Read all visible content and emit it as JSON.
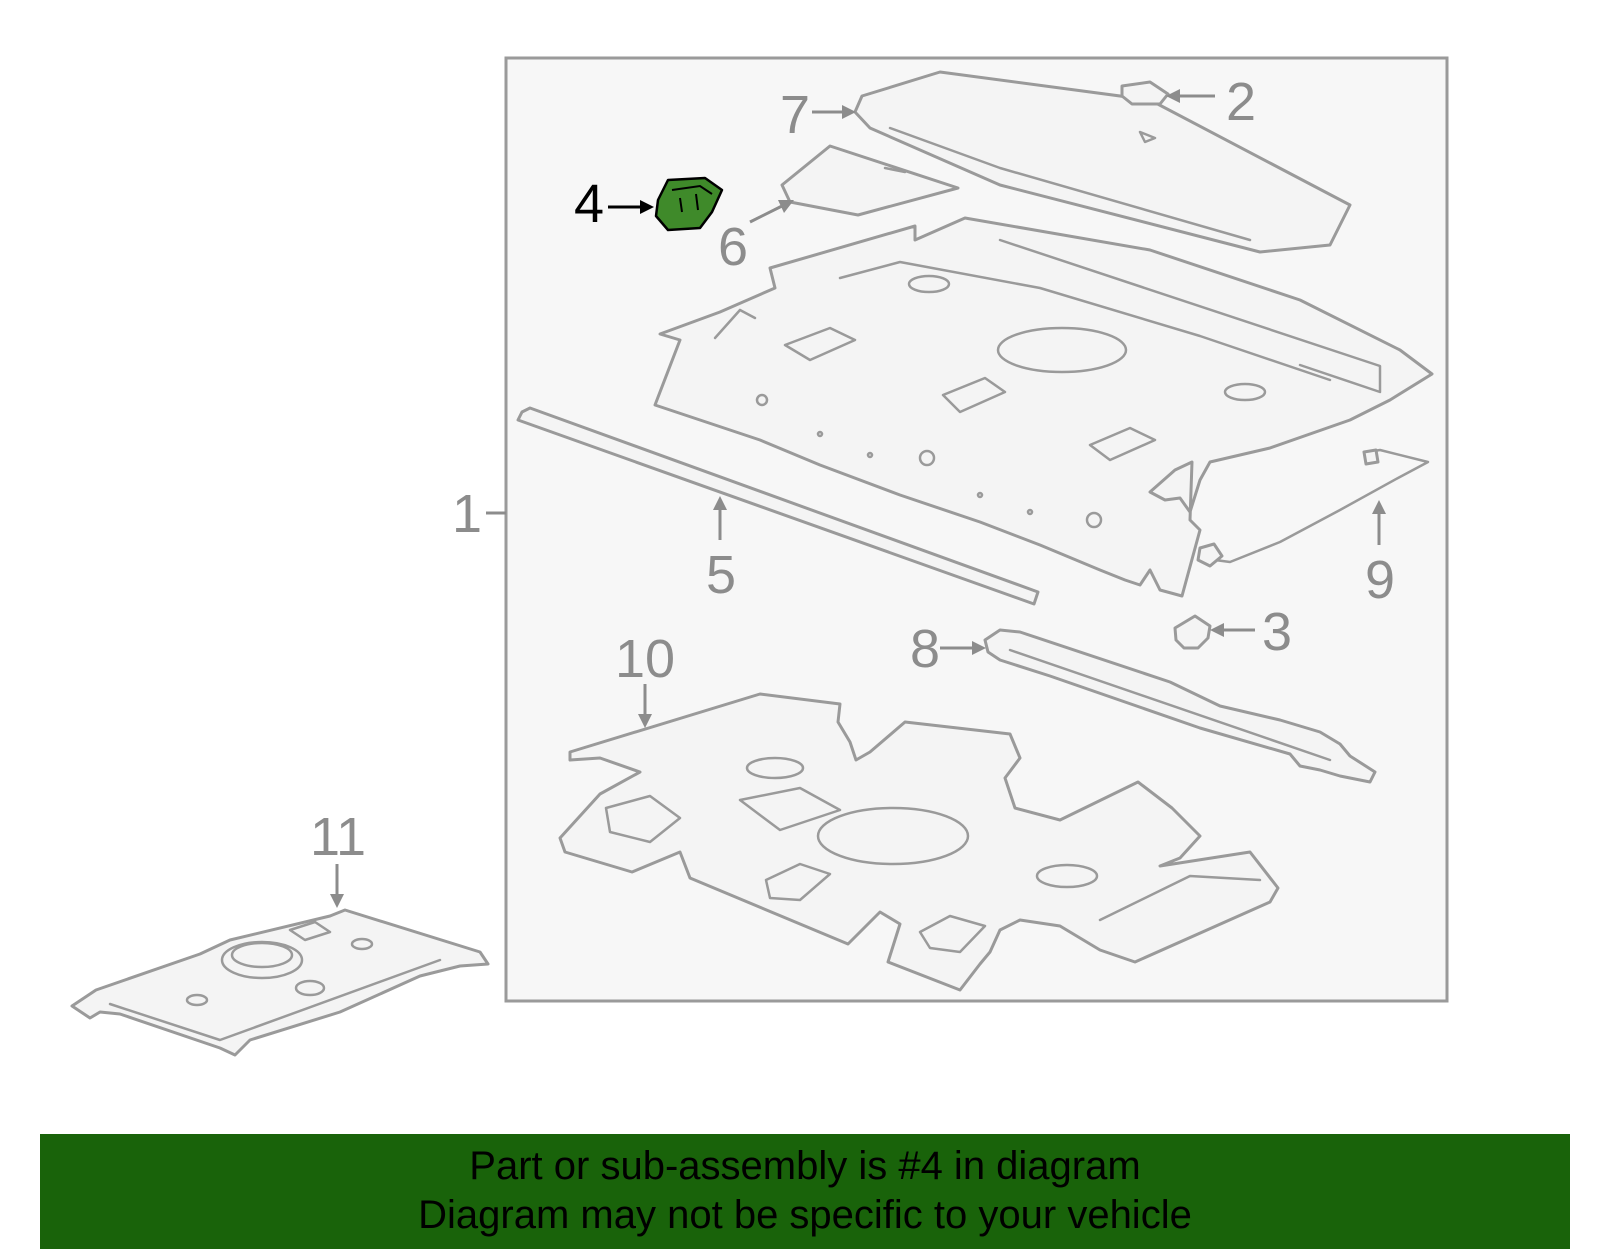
{
  "diagram": {
    "highlighted_callout": "4",
    "highlight_color": "#3f8a2a",
    "callouts": [
      "1",
      "2",
      "3",
      "4",
      "5",
      "6",
      "7",
      "8",
      "9",
      "10",
      "11"
    ]
  },
  "banner": {
    "background_color": "#19630a",
    "line1": "Part or sub-assembly is #4 in diagram",
    "line2": "Diagram may not be specific to your vehicle"
  }
}
